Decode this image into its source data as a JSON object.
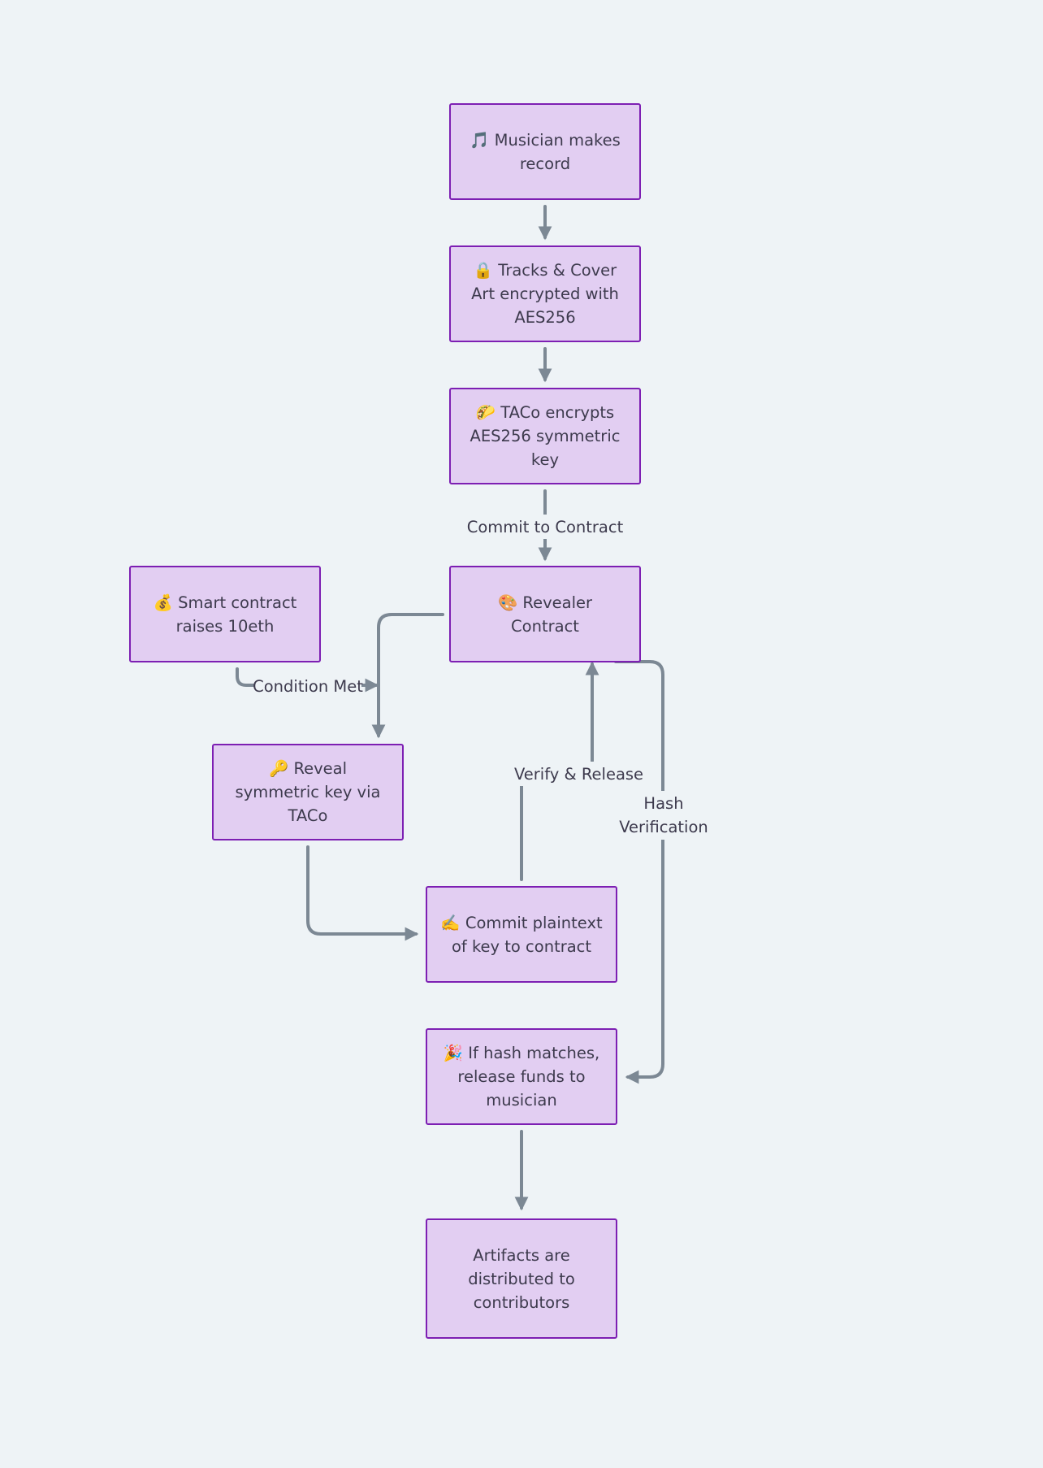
{
  "diagram": {
    "nodes": {
      "musician": "🎵 Musician makes record",
      "tracks": "🔒 Tracks & Cover Art encrypted with AES256",
      "taco_encrypts": "🌮 TACo encrypts AES256 symmetric key",
      "revealer": "🎨 Revealer Contract",
      "smart_contract": "💰 Smart contract raises 10eth",
      "reveal_key": "🔑 Reveal symmetric key via TACo",
      "commit_plaintext": "✍️ Commit plaintext of key to contract",
      "hash_match": "🎉 If hash matches, release funds to musician",
      "artifacts": "Artifacts are distributed to contributors"
    },
    "edge_labels": {
      "commit": "Commit to Contract",
      "condition": "Condition Met",
      "verify": "Verify & Release",
      "hash_line1": "Hash",
      "hash_line2": "Verification"
    },
    "colors": {
      "background": "#eef3f6",
      "node_fill": "#e2cef2",
      "node_border": "#7d1fb3",
      "edge": "#7c8894",
      "text": "#3d3a4d"
    }
  }
}
